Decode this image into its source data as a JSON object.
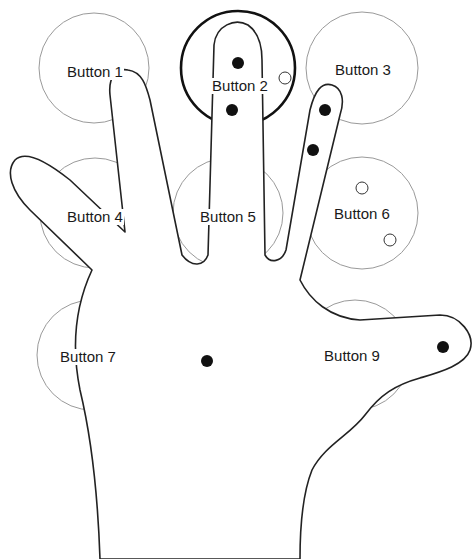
{
  "diagram": {
    "nodes": [
      {
        "text": [
          "Button 1"
        ]
      },
      {
        "text": [
          "Button 2"
        ]
      },
      {
        "text": [
          "Button 3"
        ]
      },
      {
        "text": [
          "Button 4"
        ]
      },
      {
        "text": [
          "Button 5"
        ]
      },
      {
        "text": [
          "Button 6"
        ]
      },
      {
        "text": [
          "Button 7"
        ]
      },
      {
        "text": [
          "Button 9"
        ]
      }
    ]
  }
}
